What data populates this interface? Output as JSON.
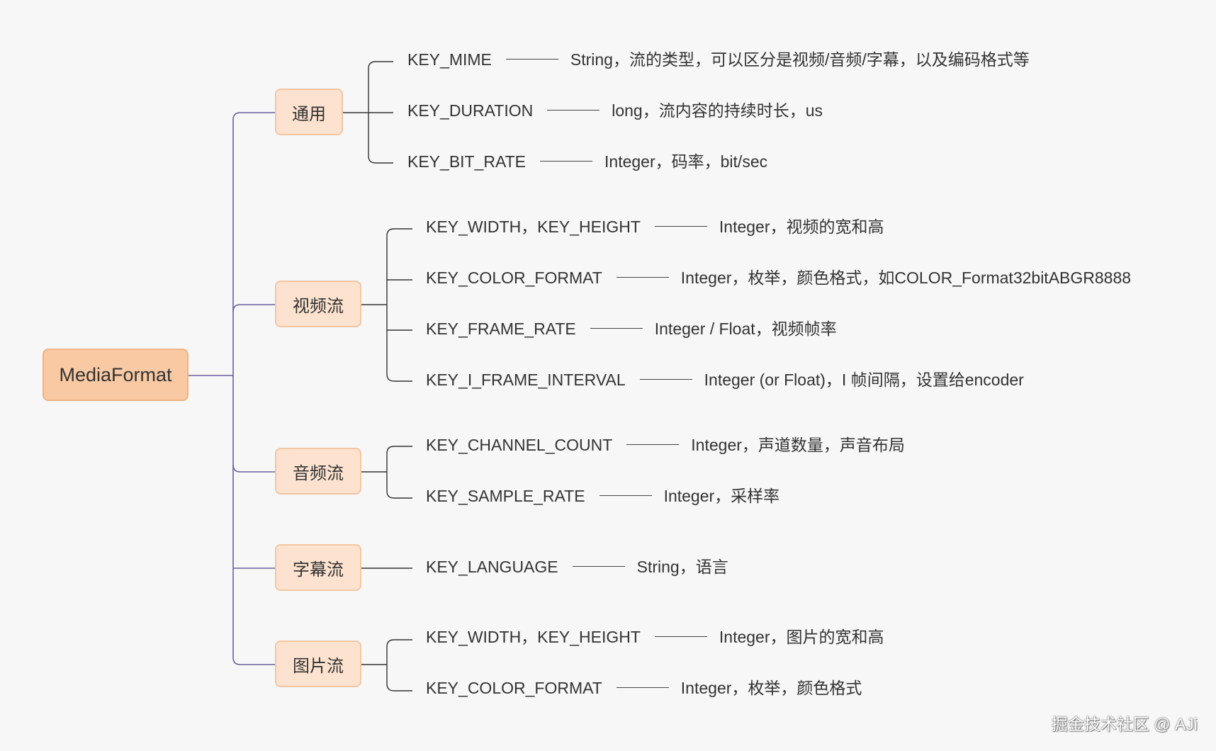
{
  "root": {
    "label": "MediaFormat"
  },
  "categories": [
    {
      "id": "general",
      "label": "通用",
      "items": [
        {
          "key": "KEY_MIME",
          "desc": "String，流的类型，可以区分是视频/音频/字幕，以及编码格式等"
        },
        {
          "key": "KEY_DURATION",
          "desc": "long，流内容的持续时长，us"
        },
        {
          "key": "KEY_BIT_RATE",
          "desc": "Integer，码率，bit/sec"
        }
      ]
    },
    {
      "id": "video",
      "label": "视频流",
      "items": [
        {
          "key": "KEY_WIDTH，KEY_HEIGHT",
          "desc": "Integer，视频的宽和高"
        },
        {
          "key": "KEY_COLOR_FORMAT",
          "desc": "Integer，枚举，颜色格式，如COLOR_Format32bitABGR8888"
        },
        {
          "key": "KEY_FRAME_RATE",
          "desc": "Integer / Float，视频帧率"
        },
        {
          "key": "KEY_I_FRAME_INTERVAL",
          "desc": "Integer (or Float)，I 帧间隔，设置给encoder"
        }
      ]
    },
    {
      "id": "audio",
      "label": "音频流",
      "items": [
        {
          "key": "KEY_CHANNEL_COUNT",
          "desc": "Integer，声道数量，声音布局"
        },
        {
          "key": "KEY_SAMPLE_RATE",
          "desc": "Integer，采样率"
        }
      ]
    },
    {
      "id": "subtitle",
      "label": "字幕流",
      "items": [
        {
          "key": "KEY_LANGUAGE",
          "desc": "String，语言"
        }
      ]
    },
    {
      "id": "image",
      "label": "图片流",
      "items": [
        {
          "key": "KEY_WIDTH，KEY_HEIGHT",
          "desc": "Integer，图片的宽和高"
        },
        {
          "key": "KEY_COLOR_FORMAT",
          "desc": "Integer，枚举，颜色格式"
        }
      ]
    }
  ],
  "watermark": "掘金技术社区 @ AJi",
  "colors": {
    "connector": "#6b5fa0",
    "root_fill": "#f8c9a3",
    "category_fill": "#fde3cf",
    "background": "#f7f7f7"
  }
}
